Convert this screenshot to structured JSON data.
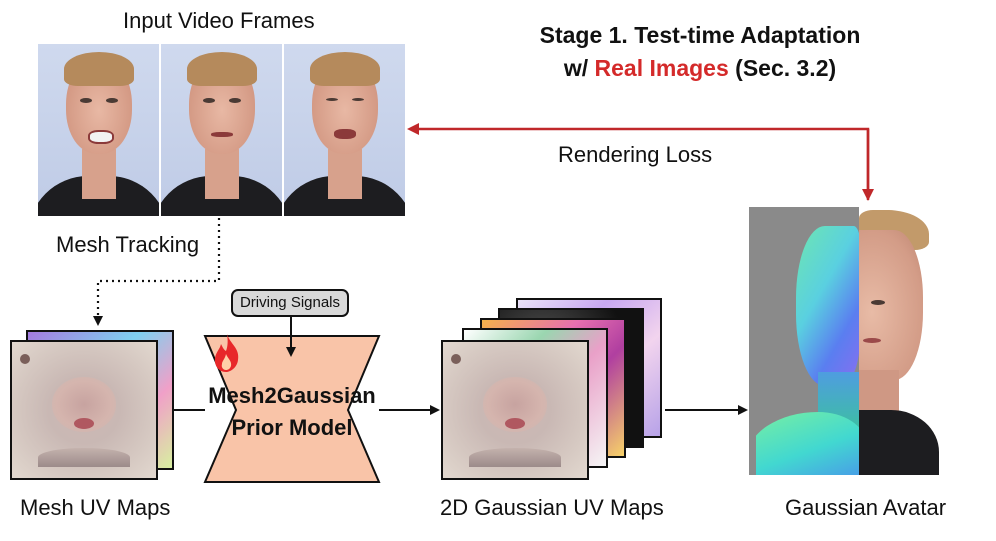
{
  "labels": {
    "input_frames": "Input Video Frames",
    "mesh_tracking": "Mesh Tracking",
    "mesh_uv": "Mesh UV Maps",
    "gaussian_uv": "2D Gaussian UV Maps",
    "gaussian_avatar": "Gaussian Avatar",
    "rendering_loss": "Rendering Loss",
    "driving_signals": "Driving Signals"
  },
  "model": {
    "line1": "Mesh2Gaussian",
    "line2": "Prior Model",
    "icon": "fire-icon"
  },
  "stage": {
    "line1": "Stage 1.  Test-time Adaptation",
    "prefix": "w/ ",
    "highlight": "Real Images",
    "suffix": "  (Sec. 3.2)"
  },
  "colors": {
    "model_fill": "#f9c4a8",
    "highlight_red": "#d42a2a",
    "loss_arrow": "#c0282a"
  }
}
